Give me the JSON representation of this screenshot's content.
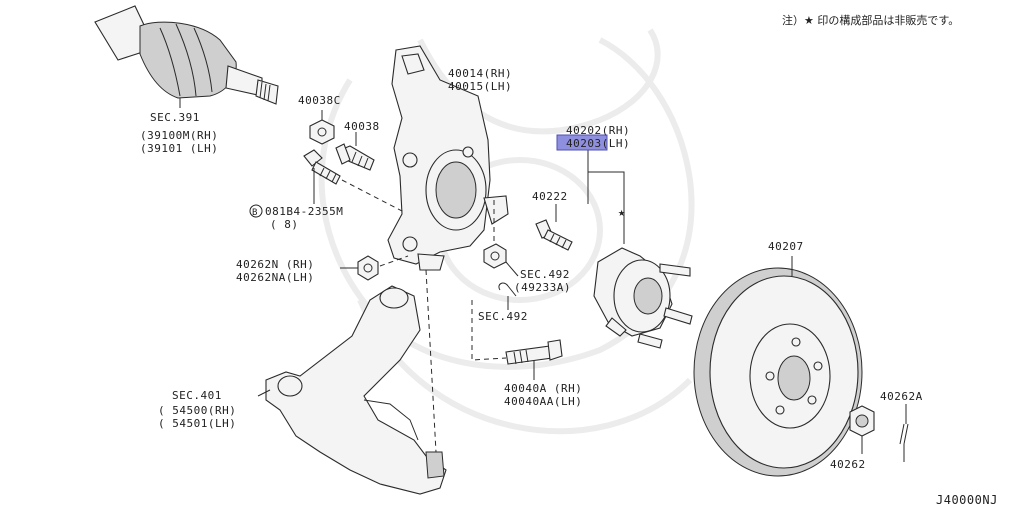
{
  "note": "注）★ 印の構成部品は非販売です。",
  "diagram_code": "J40000NJ",
  "highlight_color": "#8f8fe0",
  "labels": {
    "sec391": "SEC.391",
    "p39100m": "(39100M(RH)",
    "p39101": "(39101  (LH)",
    "p40038c": "40038C",
    "p40038": "40038",
    "bolt_code": "081B4-2355M",
    "bolt_qty": "( 8)",
    "bolt_circle": "B",
    "p40014": "40014(RH)",
    "p40015": "40015(LH)",
    "p40202": "40202(RH)",
    "p40203": "40203(LH)",
    "p40222": "40222",
    "p40262n": "40262N  (RH)",
    "p40262na": "40262NA(LH)",
    "sec492a": "SEC.492",
    "p49233a": "(49233A)",
    "sec492b": "SEC.492",
    "p40207": "40207",
    "sec401": "SEC.401",
    "p54500": "( 54500(RH)",
    "p54501": "( 54501(LH)",
    "p40040a": "40040A  (RH)",
    "p40040aa": "40040AA(LH)",
    "p40262a": "40262A",
    "p40262": "40262",
    "star": "★"
  }
}
